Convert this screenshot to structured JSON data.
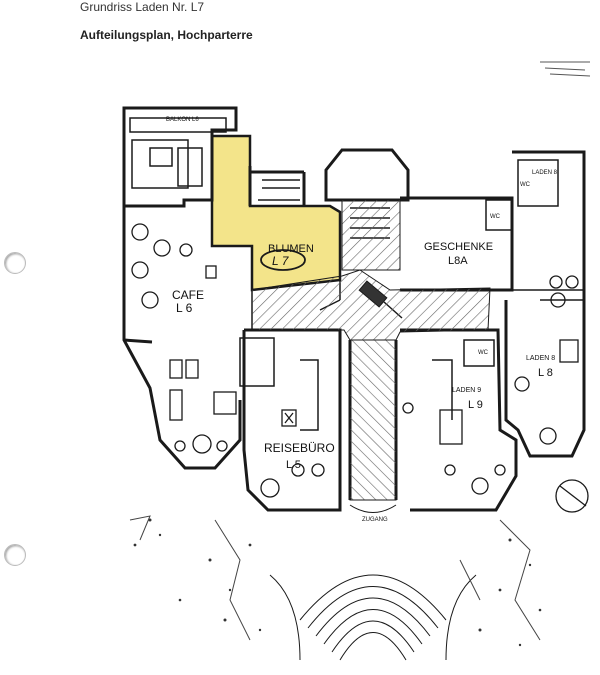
{
  "header": {
    "title": "Grundriss Laden Nr. L7",
    "subtitle": "Aufteilungsplan, Hochparterre"
  },
  "colors": {
    "highlight": "#f3e48a",
    "line": "#1a1a1a",
    "hatch": "#555555"
  },
  "plan": {
    "balcony": "BALKON L6",
    "cafe_line1": "CAFE",
    "cafe_line2": "L 6",
    "blumen": "BLUMEN",
    "l7": "L 7",
    "geschenke": "GESCHENKE",
    "l8a": "L8A",
    "laden8_small": "LADEN 8",
    "laden8_line1": "LADEN 8",
    "laden8_line2": "L 8",
    "laden9_line1": "LADEN 9",
    "laden9_line2": "L 9",
    "reise_line1": "REISEBÜRO",
    "reise_line2": "L 5",
    "zugang": "ZUGANG",
    "wc": "WC"
  }
}
